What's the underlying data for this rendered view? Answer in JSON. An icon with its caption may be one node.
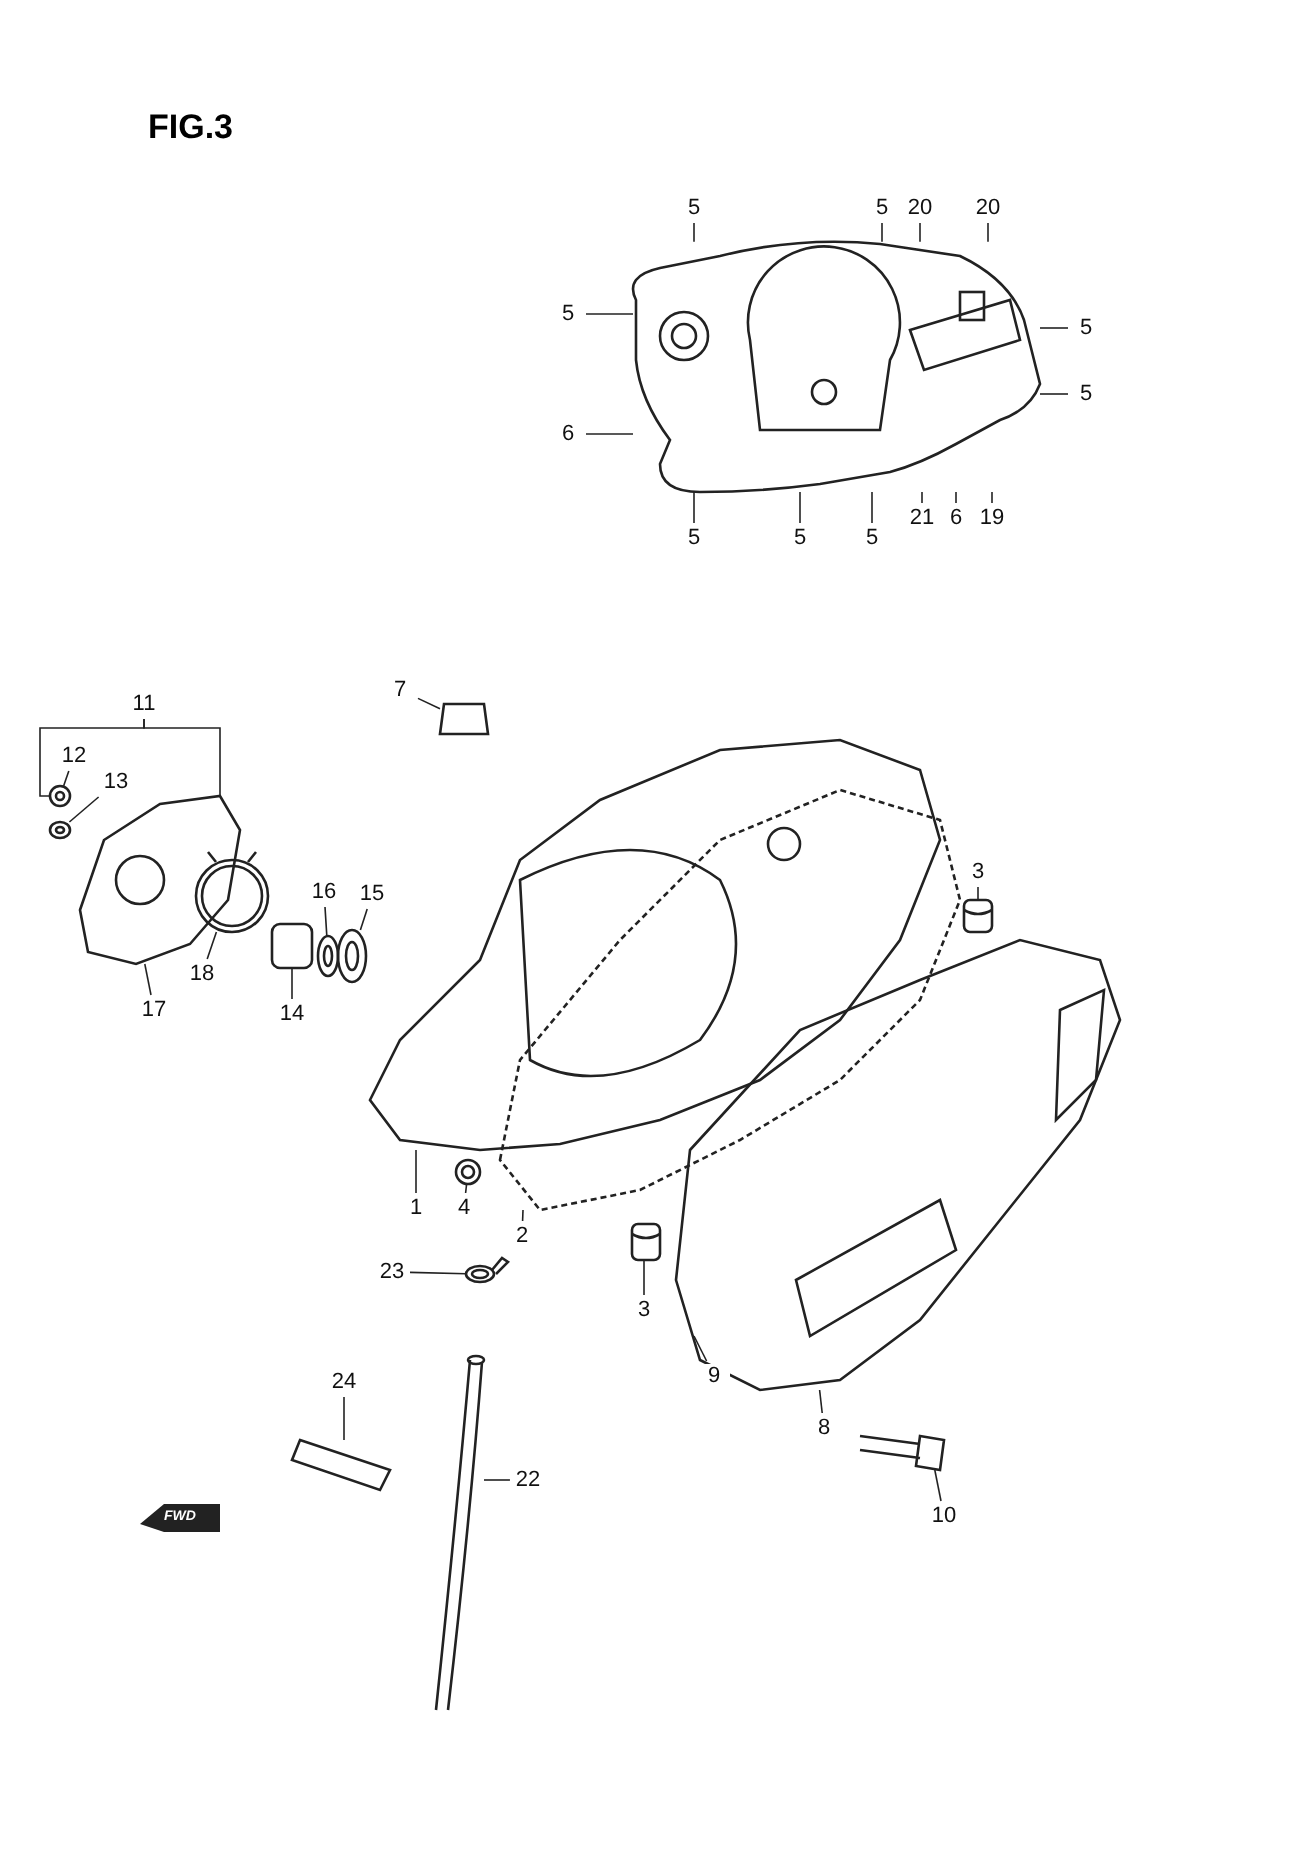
{
  "diagram": {
    "title": "FIG.3",
    "nodes": [
      {
        "text": [
          "5"
        ]
      },
      {
        "text": [
          "5"
        ]
      },
      {
        "text": [
          "20"
        ]
      },
      {
        "text": [
          "20"
        ]
      },
      {
        "text": [
          "5"
        ]
      },
      {
        "text": [
          "5"
        ]
      },
      {
        "text": [
          "5"
        ]
      },
      {
        "text": [
          "6"
        ]
      },
      {
        "text": [
          "21"
        ]
      },
      {
        "text": [
          "6"
        ]
      },
      {
        "text": [
          "19"
        ]
      },
      {
        "text": [
          "5"
        ]
      },
      {
        "text": [
          "5"
        ]
      },
      {
        "text": [
          "5"
        ]
      },
      {
        "text": [
          "11"
        ]
      },
      {
        "text": [
          "12"
        ]
      },
      {
        "text": [
          "13"
        ]
      },
      {
        "text": [
          "7"
        ]
      },
      {
        "text": [
          "16"
        ]
      },
      {
        "text": [
          "15"
        ]
      },
      {
        "text": [
          "3"
        ]
      },
      {
        "text": [
          "18"
        ]
      },
      {
        "text": [
          "17"
        ]
      },
      {
        "text": [
          "14"
        ]
      },
      {
        "text": [
          "1"
        ]
      },
      {
        "text": [
          "4"
        ]
      },
      {
        "text": [
          "2"
        ]
      },
      {
        "text": [
          "23"
        ]
      },
      {
        "text": [
          "3"
        ]
      },
      {
        "text": [
          "9"
        ]
      },
      {
        "text": [
          "24"
        ]
      },
      {
        "text": [
          "8"
        ]
      },
      {
        "text": [
          "22"
        ]
      },
      {
        "text": [
          "10"
        ]
      },
      {
        "text": [],
        "shape": "picture"
      },
      {
        "text": [],
        "shape": "picture"
      },
      {
        "text": [],
        "shape": "picture"
      },
      {
        "text": [],
        "shape": "picture"
      },
      {
        "text": [],
        "shape": "picture"
      },
      {
        "text": [],
        "shape": "picture"
      },
      {
        "text": [],
        "shape": "picture"
      },
      {
        "text": [],
        "shape": "picture"
      },
      {
        "text": [],
        "shape": "picture"
      },
      {
        "text": [],
        "shape": "picture"
      },
      {
        "text": [],
        "shape": "picture"
      },
      {
        "text": [],
        "shape": "picture"
      },
      {
        "text": [],
        "shape": "picture"
      },
      {
        "text": [],
        "shape": "picture"
      },
      {
        "text": [],
        "shape": "picture"
      },
      {
        "text": [],
        "shape": "picture"
      },
      {
        "text": [],
        "shape": "picture"
      },
      {
        "text": [],
        "shape": "picture"
      },
      {
        "text": [],
        "shape": "picture"
      }
    ],
    "edges": [
      {
        "from": 0,
        "to": 34,
        "arrow": "none"
      },
      {
        "from": 1,
        "to": 34,
        "arrow": "none"
      },
      {
        "from": 2,
        "to": 34,
        "arrow": "none"
      },
      {
        "from": 3,
        "to": 34,
        "arrow": "none"
      },
      {
        "from": 4,
        "to": 34,
        "arrow": "none"
      },
      {
        "from": 5,
        "to": 34,
        "arrow": "none"
      },
      {
        "from": 6,
        "to": 34,
        "arrow": "none"
      },
      {
        "from": 7,
        "to": 34,
        "arrow": "none"
      },
      {
        "from": 8,
        "to": 34,
        "arrow": "none"
      },
      {
        "from": 9,
        "to": 34,
        "arrow": "none"
      },
      {
        "from": 10,
        "to": 34,
        "arrow": "none"
      },
      {
        "from": 11,
        "to": 34,
        "arrow": "none"
      },
      {
        "from": 12,
        "to": 34,
        "arrow": "none"
      },
      {
        "from": 13,
        "to": 34,
        "arrow": "none"
      },
      {
        "from": 14,
        "to": 36,
        "arrow": "none"
      },
      {
        "from": 14,
        "to": 38,
        "arrow": "none"
      },
      {
        "from": 15,
        "to": 36,
        "arrow": "none"
      },
      {
        "from": 16,
        "to": 39,
        "arrow": "none"
      },
      {
        "from": 17,
        "to": 40,
        "arrow": "none"
      },
      {
        "from": 18,
        "to": 43,
        "arrow": "none"
      },
      {
        "from": 19,
        "to": 44,
        "arrow": "none"
      },
      {
        "from": 20,
        "to": 46,
        "arrow": "none"
      },
      {
        "from": 21,
        "to": 41,
        "arrow": "none"
      },
      {
        "from": 22,
        "to": 38,
        "arrow": "none"
      },
      {
        "from": 23,
        "to": 42,
        "arrow": "none"
      },
      {
        "from": 24,
        "to": 35,
        "arrow": "none"
      },
      {
        "from": 25,
        "to": 47,
        "arrow": "none"
      },
      {
        "from": 26,
        "to": 37,
        "arrow": "none"
      },
      {
        "from": 27,
        "to": 49,
        "arrow": "none"
      },
      {
        "from": 28,
        "to": 48,
        "arrow": "none"
      },
      {
        "from": 29,
        "to": 45,
        "arrow": "none"
      },
      {
        "from": 30,
        "to": 51,
        "arrow": "none"
      },
      {
        "from": 31,
        "to": 45,
        "arrow": "none"
      },
      {
        "from": 32,
        "to": 50,
        "arrow": "none"
      },
      {
        "from": 33,
        "to": 52,
        "arrow": "none"
      }
    ],
    "labels": [
      "FWD"
    ]
  }
}
